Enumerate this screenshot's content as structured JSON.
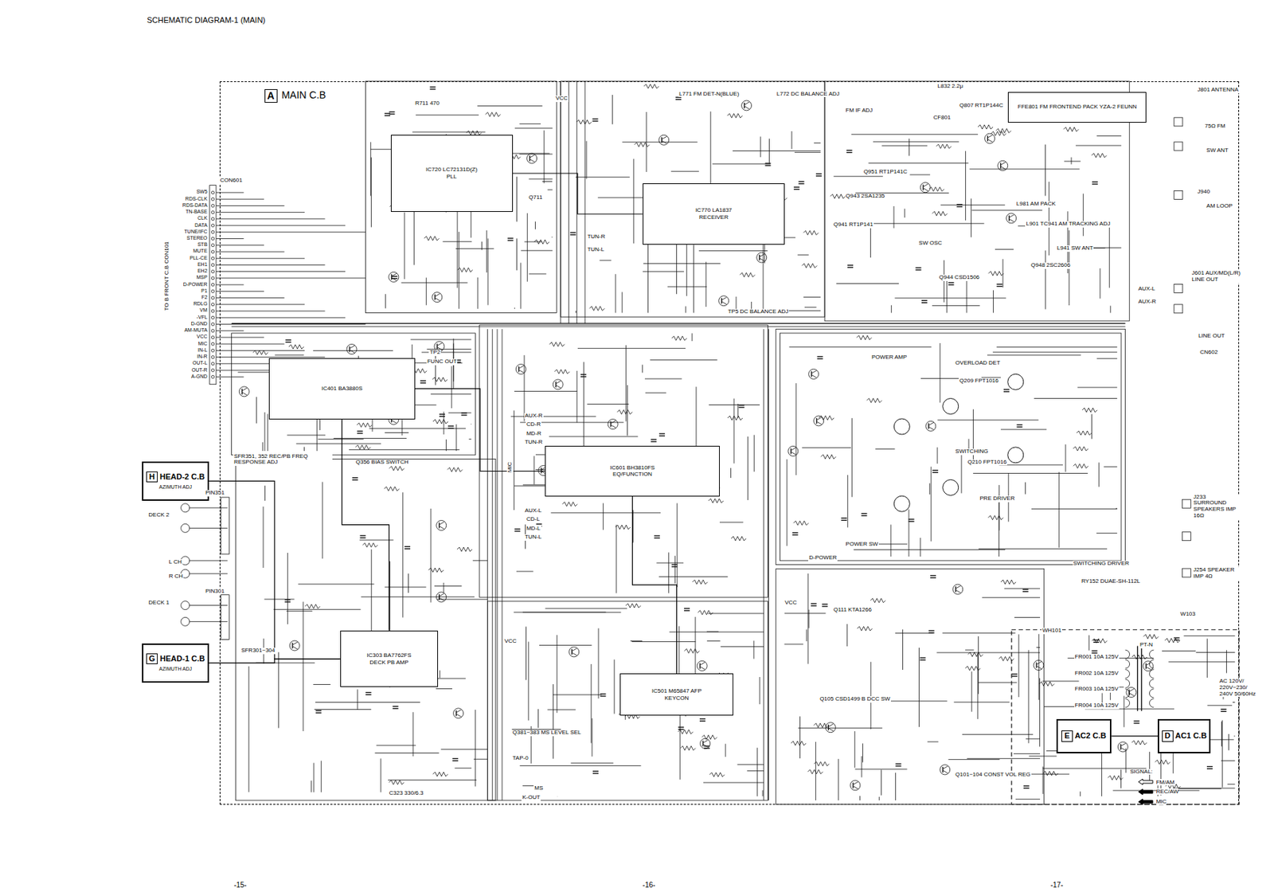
{
  "diagram": {
    "title": "SCHEMATIC DIAGRAM-1 (MAIN)",
    "nodes": [
      {
        "text": [
          "A",
          "MAIN C.B"
        ]
      },
      {
        "text": [
          "IC720 LC72131D(Z)",
          "PLL"
        ],
        "in": 0
      },
      {
        "text": [
          "IC770 LA1837",
          "RECEIVER"
        ],
        "in": 0
      },
      {
        "text": [
          "FFE801 FM FRONTEND PACK YZA-2 FEUNN"
        ],
        "in": 0
      },
      {
        "text": [
          "IC401 BA3880S"
        ],
        "in": 0
      },
      {
        "text": [
          "IC601 BH3810FS",
          "EQ/FUNCTION"
        ],
        "in": 0
      },
      {
        "text": [
          "IC303 BA7762FS",
          "DECK PB AMP"
        ],
        "in": 0
      },
      {
        "text": [
          "IC501 M65847 AFP",
          "KEYCON"
        ],
        "in": 0
      },
      {
        "text": [
          "H",
          "HEAD-2 C.B",
          "AZIMUTH ADJ"
        ]
      },
      {
        "text": [
          "G",
          "HEAD-1 C.B",
          "AZIMUTH ADJ"
        ]
      },
      {
        "text": [
          "E",
          "AC2 C.B"
        ]
      },
      {
        "text": [
          "D",
          "AC1 C.B"
        ]
      }
    ],
    "edges": [
      {
        "from": 1,
        "to": 2,
        "arrow": "none"
      },
      {
        "from": 8,
        "to": 6,
        "arrow": "none"
      },
      {
        "from": 9,
        "to": 6,
        "arrow": "none"
      },
      {
        "from": 6,
        "to": 4,
        "arrow": "none"
      },
      {
        "from": 4,
        "to": 5,
        "arrow": "none"
      },
      {
        "from": 5,
        "to": 7,
        "arrow": "none"
      },
      {
        "from": 10,
        "to": 11,
        "arrow": "none"
      }
    ],
    "labels": [
      "SCHEMATIC DIAGRAM-1 (MAIN)",
      "CON601",
      "TO B FRONT C.B CON101",
      "SW5",
      "RDS-CLK",
      "RDS-DATA",
      "TN-BASE",
      "CLK",
      "DATA",
      "TUNE/IFC",
      "STEREO",
      "STB",
      "MUTE",
      "PLL-CE",
      "EH1",
      "EH2",
      "MSP",
      "D-POWER",
      "P1",
      "F2",
      "RDLG",
      "VM",
      "-VFL",
      "D-GND",
      "AM-MUTA",
      "VCC",
      "MIC",
      "IN-L",
      "IN-R",
      "OUT-L",
      "OUT-R",
      "A-GND",
      "DECK 2",
      "DECK 1",
      "PIN351",
      "PIN301",
      "L CH",
      "R CH",
      "SFR301~304",
      "R711 470",
      "VCC",
      "L771 FM DET-N(BLUE)",
      "L772 DC BALANCE ADJ",
      "L832 2.2μ",
      "Q807 RT1P144C",
      "FM IF ADJ",
      "CF801",
      "J801 ANTENNA",
      "75Ω FM",
      "SW ANT",
      "J940",
      "AM LOOP",
      "Q711",
      "TUN-R",
      "TUN-L",
      "TP5 DC BALANCE ADJ",
      "Q951 RT1P141C",
      "Q943 2SA1235",
      "Q941 RT1P141",
      "SW OSC",
      "L981 AM PACK",
      "L901 TC941 AM TRACKING ADJ",
      "L941 SW ANT",
      "Q944 CSD1506",
      "Q948 2SC2606",
      "J601 AUX/MD(L/R) LINE OUT",
      "AUX-L",
      "AUX-R",
      "LINE OUT",
      "CN602",
      "FUNC OUT",
      "TP2",
      "SFR351, 352 REC/PB FREQ RESPONSE ADJ",
      "Q356 BIAS SWITCH",
      "AUX-R",
      "CD-R",
      "MD-R",
      "TUN-R",
      "AUX-L",
      "CD-L",
      "MD-L",
      "TUN-L",
      "MIC",
      "POWER AMP",
      "OVERLOAD DET",
      "SWITCHING",
      "PRE DRIVER",
      "POWER SW",
      "D-POWER",
      "SWITCHING DRIVER",
      "RY152 DUAE-SH-112L",
      "J233 SURROUND SPEAKERS IMP 16Ω",
      "J254 SPEAKER IMP 4Ω",
      "W103",
      "Q105 CSD1499 B DCC SW",
      "Q101~104 CONST VOL REG",
      "Q111 KTA1266",
      "TAP-0",
      "MS",
      "Q381~383 MS LEVEL SEL",
      "C323 330/6.3",
      "K-OUT",
      "WH101",
      "PT-N",
      "FR001 10A 125V",
      "FR002 10A 125V",
      "FR003 10A 125V",
      "FR004 10A 125V",
      "AC 120V/ 220V~230/ 240V 50/60Hz",
      "SIGNAL:",
      "-15-",
      "-16-",
      "-17-",
      "Q209 FPT1016",
      "Q210 FPT1016",
      "VCC",
      "VCC"
    ],
    "legend": [
      {
        "text": "FM/AM"
      },
      {
        "text": "REC/AW"
      },
      {
        "text": "MIC"
      }
    ]
  }
}
